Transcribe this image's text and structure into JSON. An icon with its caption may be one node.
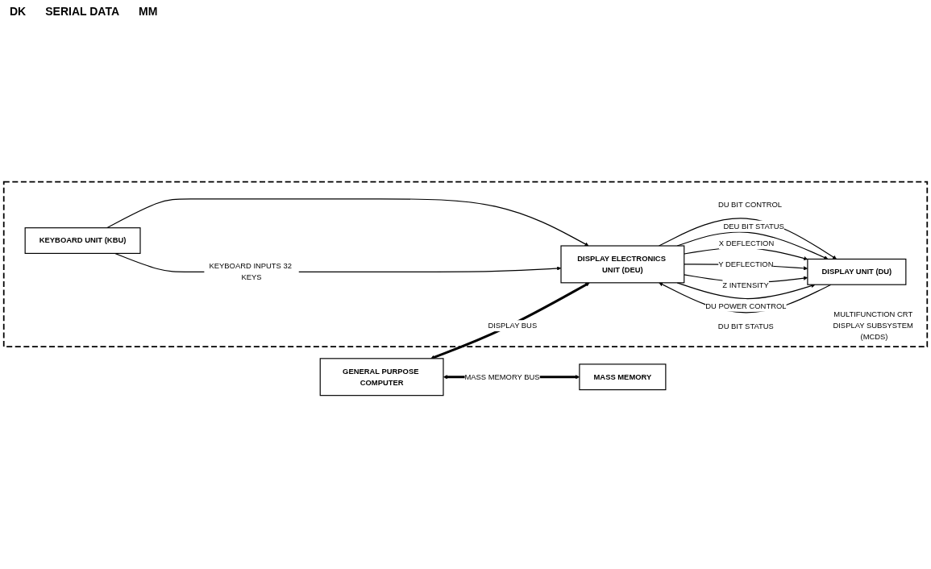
{
  "diagram": {
    "nodes": [
      {
        "text": [
          "MULTIFUNCTION CRT DISPLAY SUBSYSTEM (MCDS)"
        ]
      },
      {
        "text": [
          "GENERAL PURPOSE COMPUTER"
        ]
      },
      {
        "text": [
          "MASS MEMORY"
        ]
      },
      {
        "text": [
          "DISPLAY ELECTRONICS UNIT (DEU)"
        ],
        "in": 0
      },
      {
        "text": [
          "DISPLAY UNIT (DU)"
        ],
        "in": 0
      },
      {
        "text": [
          "KEYBOARD UNIT (KBU)"
        ],
        "in": 0
      }
    ],
    "edges": [
      {
        "from": 1,
        "to": 3,
        "arrow": "both",
        "label": "DISPLAY BUS",
        "style": "thick"
      },
      {
        "from": 1,
        "to": 2,
        "arrow": "both",
        "label": "MASS MEMORY BUS",
        "style": "thick"
      },
      {
        "from": 3,
        "to": 4,
        "arrow": "to",
        "label": "DU BIT CONTROL"
      },
      {
        "from": 4,
        "to": 3,
        "arrow": "to",
        "label": "DU BIT STATUS"
      },
      {
        "from": 3,
        "to": 4,
        "arrow": "to",
        "label": "DEU BIT STATUS"
      },
      {
        "from": 3,
        "to": 4,
        "arrow": "to",
        "label": "X DEFLECTION"
      },
      {
        "from": 3,
        "to": 4,
        "arrow": "to",
        "label": "Y DEFLECTION"
      },
      {
        "from": 3,
        "to": 4,
        "arrow": "to",
        "label": "Z INTENSITY"
      },
      {
        "from": 3,
        "to": 4,
        "arrow": "to",
        "label": "DU POWER CONTROL"
      },
      {
        "from": 5,
        "to": 3,
        "arrow": "to"
      },
      {
        "from": 5,
        "to": 3,
        "arrow": "to",
        "label": "KEYBOARD INPUTS 32 KEYS"
      }
    ],
    "labels": [
      "DK",
      "SERIAL DATA",
      "MM"
    ]
  }
}
